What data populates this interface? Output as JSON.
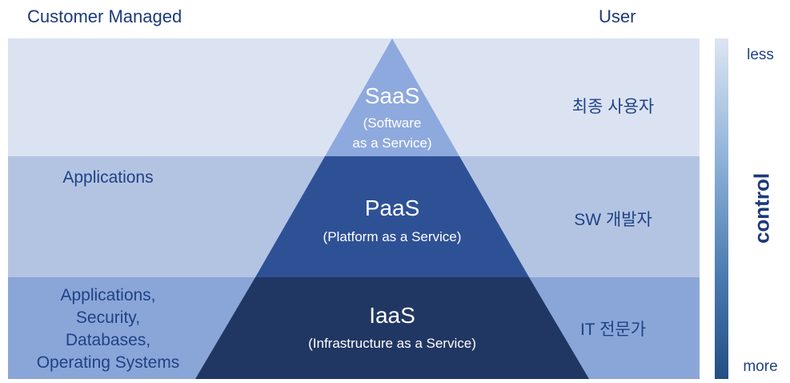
{
  "header": {
    "left": "Customer Managed",
    "right": "User"
  },
  "tiers": {
    "saas": {
      "title": "SaaS",
      "subtitle": "(Software\nas a Service)",
      "user": "최종 사용자"
    },
    "paas": {
      "title": "PaaS",
      "subtitle": "(Platform as a Service)",
      "user": "SW 개발자",
      "managed": "Applications"
    },
    "iaas": {
      "title": "IaaS",
      "subtitle": "(Infrastructure as a Service)",
      "user": "IT 전문가",
      "managed": "Applications,\nSecurity,\nDatabases,\nOperating Systems"
    }
  },
  "control": {
    "label": "control",
    "top": "less",
    "bottom": "more"
  },
  "colors": {
    "band_top": "#dbe3f2",
    "band_mid": "#b3c4e3",
    "band_bot": "#8aa6d8",
    "saas": "#8ea9dd",
    "paas": "#2e5196",
    "iaas": "#213763",
    "text": "#1f4285"
  }
}
